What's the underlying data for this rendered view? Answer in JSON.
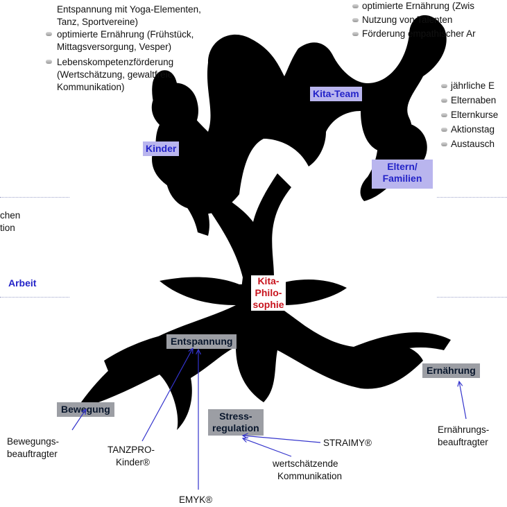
{
  "top_left_list": [
    "Entspannung mit Yoga-Elementen, Tanz, Sportvereine)",
    "optimierte Ernährung (Frühstück, Mittagsversorgung, Vesper)",
    "Lebenskompetenzförderung (Wertschätzung, gewaltfreie Kommunikation)"
  ],
  "top_left_lines": {
    "l0a": "Entspannung mit Yoga-Elementen,",
    "l0b": "Tanz, Sportvereine)",
    "l1a": "optimierte Ernährung (Frühstück,",
    "l1b": "Mittagsversorgung, Vesper)",
    "l2a": "Lebenskompetenzförderung",
    "l2b": "(Wertschätzung, gewaltfreie",
    "l2c": "Kommunikation)"
  },
  "top_right_list": [
    "optimierte Ernährung (Zwis",
    "Nutzung von Talenten",
    "Förderung empathischer Ar"
  ],
  "right_list": [
    "jährliche E",
    "Elternaben",
    "Elternkurse",
    "Aktionstag",
    "Austausch"
  ],
  "left_fragments": {
    "a": "chen",
    "b": "tion"
  },
  "arbeit": "Arbeit",
  "groups": {
    "kinder": "Kinder",
    "kita_team": "Kita-Team",
    "eltern_line1": "Eltern/",
    "eltern_line2": "Familien",
    "philosophie_line1": "Kita-",
    "philosophie_line2": "Philo-",
    "philosophie_line3": "sophie"
  },
  "pillars": {
    "entspannung": "Entspannung",
    "bewegung": "Bewegung",
    "stress_line1": "Stress-",
    "stress_line2": "regulation",
    "ernaehrung": "Ernährung"
  },
  "annotations": {
    "bewegung_a": "Bewegungs-",
    "bewegung_b": "beauftragter",
    "tanzpro_a": "TANZPRO-",
    "tanzpro_b": "Kinder®",
    "emyk": "EMYK®",
    "straimy": "STRAIMY®",
    "wert_a": "wertschätzende",
    "wert_b": "Kommunikation",
    "ern_a": "Ernährungs-",
    "ern_b": "beauftragter"
  },
  "colors": {
    "tree": "#000000",
    "blue_label_bg": "#b9b5ee",
    "blue_label_text": "#2323c8",
    "gray_label_bg": "#9c9ea4",
    "philosophie_text": "#c8141e",
    "arrow": "#3333cc"
  }
}
